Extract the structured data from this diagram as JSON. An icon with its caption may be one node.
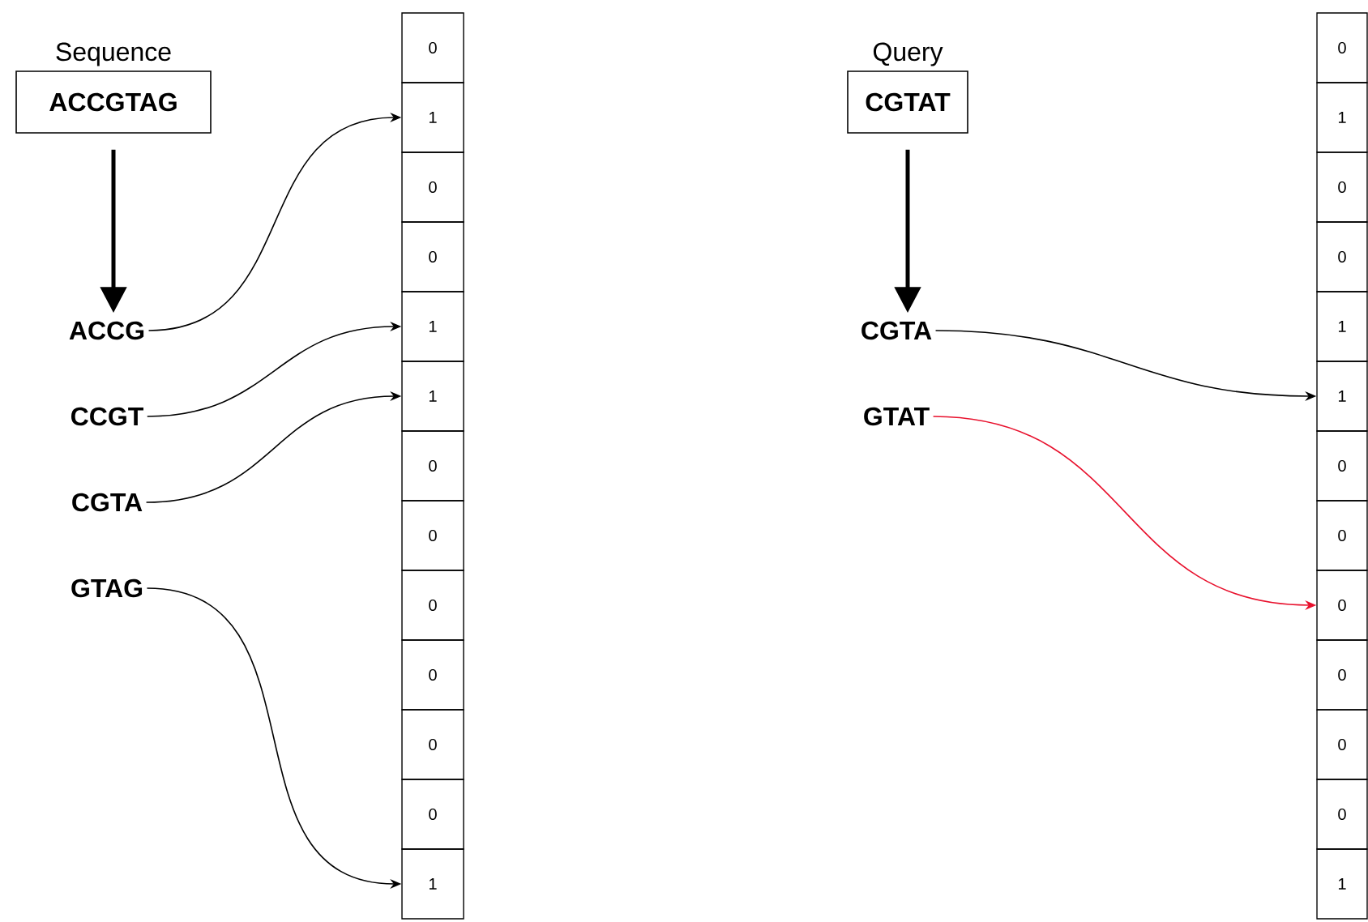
{
  "diagram": {
    "nodes": [
      {
        "text": [
          "Sequence",
          "ACCGTAG"
        ]
      },
      {
        "text": [
          "ACCG"
        ]
      },
      {
        "text": [
          "CCGT"
        ]
      },
      {
        "text": [
          "CGTA"
        ]
      },
      {
        "text": [
          "GTAG"
        ]
      },
      {
        "text": [
          "0"
        ]
      },
      {
        "text": [
          "1"
        ]
      },
      {
        "text": [
          "0"
        ]
      },
      {
        "text": [
          "0"
        ]
      },
      {
        "text": [
          "1"
        ]
      },
      {
        "text": [
          "1"
        ]
      },
      {
        "text": [
          "0"
        ]
      },
      {
        "text": [
          "0"
        ]
      },
      {
        "text": [
          "0"
        ]
      },
      {
        "text": [
          "0"
        ]
      },
      {
        "text": [
          "0"
        ]
      },
      {
        "text": [
          "0"
        ]
      },
      {
        "text": [
          "1"
        ]
      },
      {
        "text": [
          "Query",
          "CGTAT"
        ]
      },
      {
        "text": [
          "CGTA"
        ]
      },
      {
        "text": [
          "GTAT"
        ]
      },
      {
        "text": [
          "0"
        ]
      },
      {
        "text": [
          "1"
        ]
      },
      {
        "text": [
          "0"
        ]
      },
      {
        "text": [
          "0"
        ]
      },
      {
        "text": [
          "1"
        ]
      },
      {
        "text": [
          "1"
        ]
      },
      {
        "text": [
          "0"
        ]
      },
      {
        "text": [
          "0"
        ]
      },
      {
        "text": [
          "0"
        ]
      },
      {
        "text": [
          "0"
        ]
      },
      {
        "text": [
          "0"
        ]
      },
      {
        "text": [
          "0"
        ]
      },
      {
        "text": [
          "1"
        ]
      }
    ],
    "edges": [
      {
        "from": 0,
        "to": 1,
        "arrow": "to",
        "style": "thick"
      },
      {
        "from": 1,
        "to": 6,
        "arrow": "to"
      },
      {
        "from": 2,
        "to": 9,
        "arrow": "to"
      },
      {
        "from": 3,
        "to": 10,
        "arrow": "to"
      },
      {
        "from": 4,
        "to": 17,
        "arrow": "to"
      },
      {
        "from": 18,
        "to": 19,
        "arrow": "to",
        "style": "thick"
      },
      {
        "from": 19,
        "to": 26,
        "arrow": "to"
      },
      {
        "from": 20,
        "to": 29,
        "arrow": "to",
        "color": "#e8112d"
      }
    ]
  }
}
